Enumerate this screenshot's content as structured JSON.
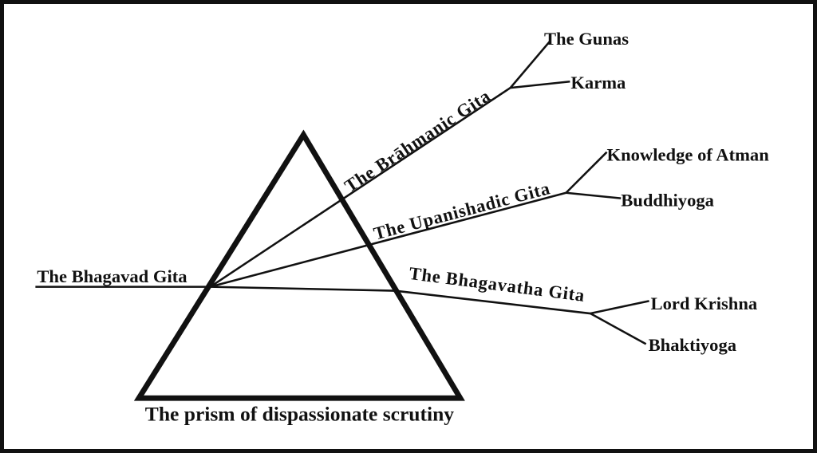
{
  "diagram": {
    "source": {
      "label": "The Bhagavad Gita"
    },
    "prism": {
      "caption": "The prism of dispassionate scrutiny"
    },
    "rays": [
      {
        "label": "The Brāhmanic Gita",
        "children": [
          "The Gunas",
          "Karma"
        ]
      },
      {
        "label": "The Upanishadic Gita",
        "children": [
          "Knowledge of Atman",
          "Buddhiyoga"
        ]
      },
      {
        "label": "The Bhagavatha Gita",
        "children": [
          "Lord Krishna",
          "Bhaktiyoga"
        ]
      }
    ],
    "colors": {
      "ink": "#111111",
      "background": "#ffffff",
      "frame_border": "#111111"
    }
  }
}
